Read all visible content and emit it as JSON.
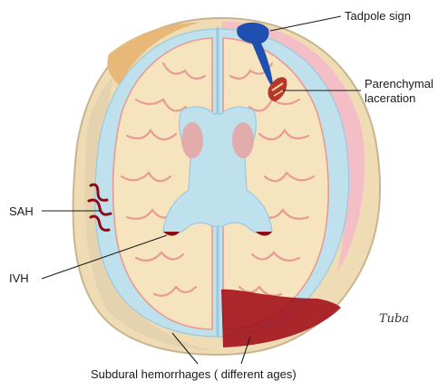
{
  "labels": {
    "tadpole": "Tadpole sign",
    "laceration_1": "Parenchymal",
    "laceration_2": "laceration",
    "sah": "SAH",
    "ivh": "IVH",
    "subdural": "Subdural hemorrhages ( different ages)",
    "signature": "Tuba"
  },
  "colors": {
    "skull": "#efdcb4",
    "skull_outline": "#c9b48f",
    "acute_sdh": "#f3bcc8",
    "chronic_sdh": "#e6b574",
    "csf": "#bfe1ee",
    "cortex": "#f6e4be",
    "gyri_edge": "#e89a93",
    "ventricle": "#bfe1ee",
    "thalamus": "#e9a2a0",
    "blood": "#8e0b12",
    "occipital_bleed": "#a3121b",
    "tadpole_blue": "#1f4fb0"
  }
}
